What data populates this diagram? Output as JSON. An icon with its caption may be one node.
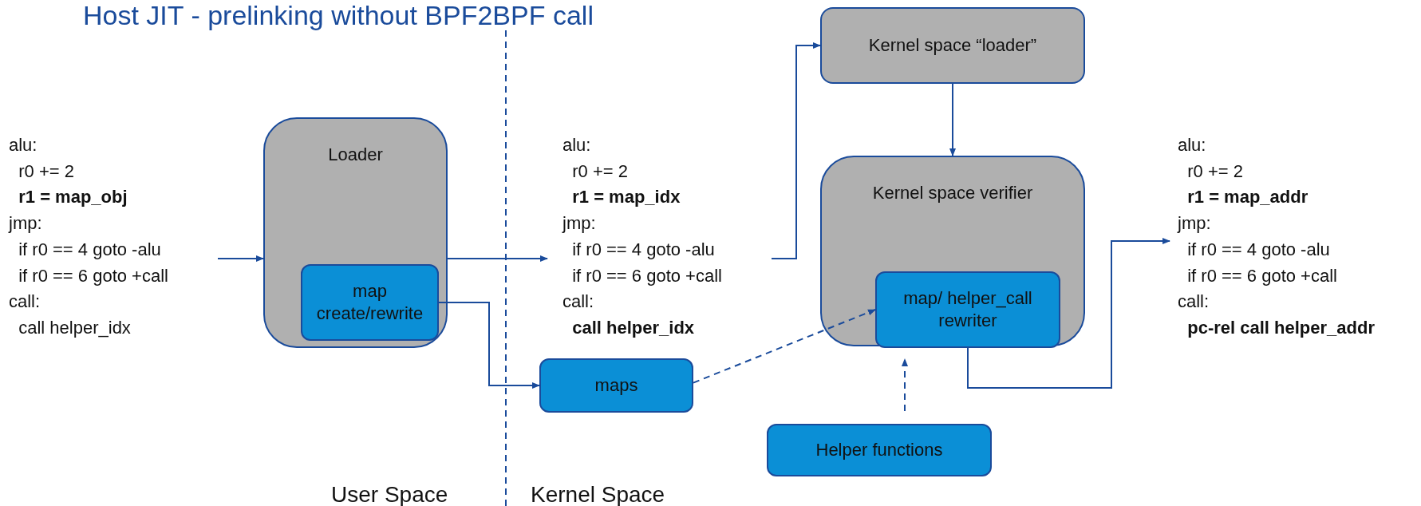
{
  "diagram": {
    "title": "Host JIT - prelinking without BPF2BPF call",
    "nodes": [
      {
        "text": [
          "alu:",
          "  r0 += 2",
          "  **r1 = map_obj**",
          "jmp:",
          "  if r0 == 4 goto -alu",
          "  if r0 == 6 goto +call",
          "call:",
          "  call helper_idx"
        ]
      },
      {
        "text": [
          "Loader"
        ]
      },
      {
        "text": [
          "map create/rewrite"
        ],
        "in": 1
      },
      {
        "text": [
          "alu:",
          "  r0 += 2",
          "  **r1 = map_idx**",
          "jmp:",
          "  if r0 == 4 goto -alu",
          "  if r0 == 6 goto +call",
          "call:",
          "  **call helper_idx**"
        ]
      },
      {
        "text": [
          "Kernel space “loader”"
        ]
      },
      {
        "text": [
          "Kernel space verifier"
        ]
      },
      {
        "text": [
          "map/ helper_call rewriter"
        ],
        "in": 5
      },
      {
        "text": [
          "maps"
        ]
      },
      {
        "text": [
          "Helper functions"
        ]
      },
      {
        "text": [
          "alu:",
          "  r0 += 2",
          "  **r1 = map_addr**",
          "jmp:",
          "  if r0 == 4 goto -alu",
          "  if r0 == 6 goto +call",
          "call:",
          "  **pc-rel call helper_addr**"
        ]
      }
    ],
    "edges": [
      {
        "from": 0,
        "to": 1,
        "arrow": "to"
      },
      {
        "from": 1,
        "to": 3,
        "arrow": "to"
      },
      {
        "from": 2,
        "to": 7,
        "arrow": "to"
      },
      {
        "from": 3,
        "to": 4,
        "arrow": "to"
      },
      {
        "from": 4,
        "to": 5,
        "arrow": "to"
      },
      {
        "from": 7,
        "to": 6,
        "arrow": "to",
        "style": "dashed"
      },
      {
        "from": 8,
        "to": 6,
        "arrow": "to",
        "style": "dashed"
      },
      {
        "from": 6,
        "to": 9,
        "arrow": "to"
      }
    ],
    "labels": [
      "User Space",
      "Kernel Space"
    ]
  }
}
